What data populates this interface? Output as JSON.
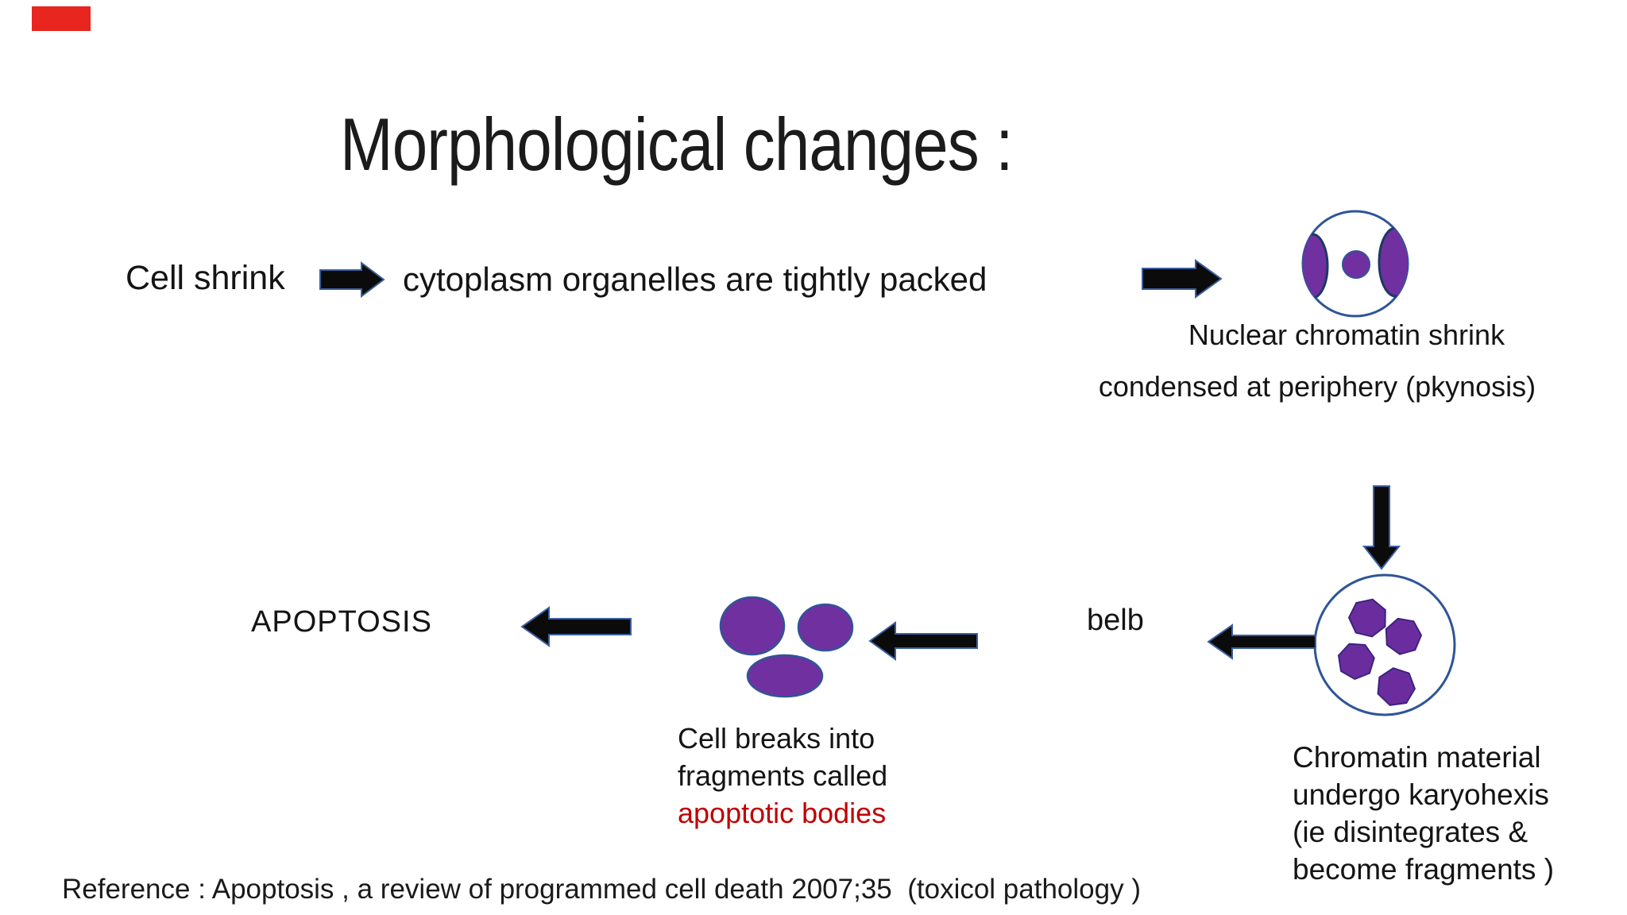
{
  "slide": {
    "title": "Morphological changes :"
  },
  "flow": {
    "step_cell_shrink": "Cell shrink",
    "step_cytoplasm": "cytoplasm organelles are tightly packed",
    "pyknosis_caption_line1": "Nuclear chromatin shrink",
    "pyknosis_caption_line2": "condensed at periphery (pkynosis)",
    "karyohexis_caption": [
      "Chromatin material",
      "undergo karyohexis",
      "(ie disintegrates &",
      "become fragments )"
    ],
    "bleb_label": "belb",
    "fragments_caption_line1": "Cell breaks into",
    "fragments_caption_line2": "fragments called",
    "fragments_caption_line3": "apoptotic bodies",
    "result_label": "APOPTOSIS"
  },
  "footer": {
    "reference": "Reference : Apoptosis , a review of programmed cell death 2007;35  (toxicol pathology )"
  },
  "colors": {
    "chromatin_purple": "#7030A0",
    "membrane_blue": "#2E5597",
    "ellipse_outline_navy": "#1F3864",
    "arrow_black": "#0B0B0C",
    "apoptotic_bodies_red_text": "#C00000",
    "corner_marker_red": "#E8251F"
  }
}
